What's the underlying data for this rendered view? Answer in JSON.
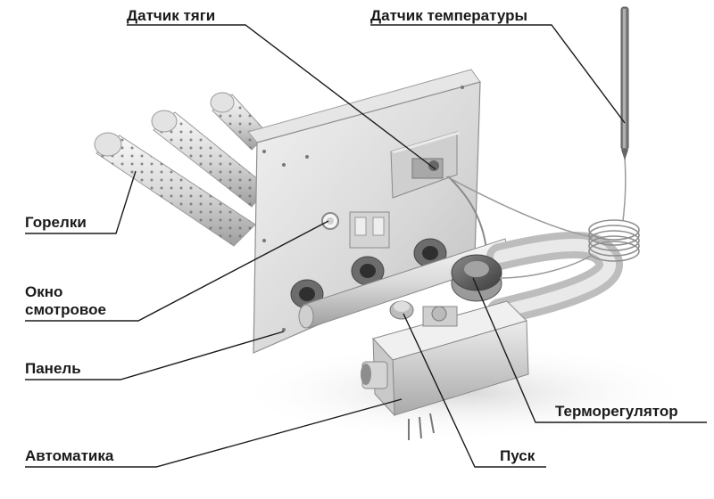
{
  "labels": {
    "draft_sensor": "Датчик тяги",
    "temperature_sensor": "Датчик температуры",
    "burners": "Горелки",
    "sight_window_line1": "Окно",
    "sight_window_line2": "смотровое",
    "panel": "Панель",
    "automation": "Автоматика",
    "start": "Пуск",
    "thermoregulator": "Терморегулятор"
  }
}
